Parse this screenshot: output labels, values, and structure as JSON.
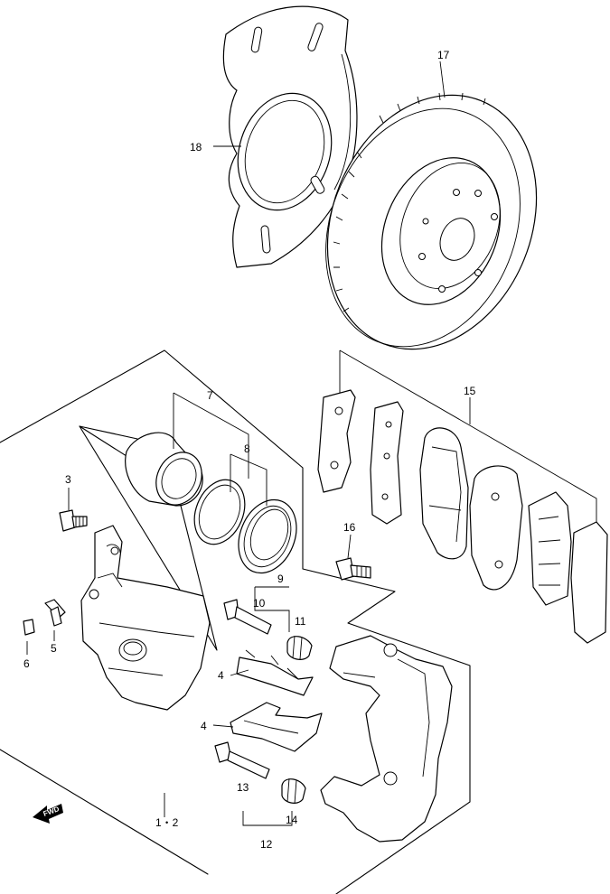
{
  "callouts": {
    "c1_2": "1・2",
    "c3": "3",
    "c4a": "4",
    "c4b": "4",
    "c5": "5",
    "c6": "6",
    "c7": "7",
    "c8": "8",
    "c9": "9",
    "c10": "10",
    "c11": "11",
    "c12": "12",
    "c13": "13",
    "c14": "14",
    "c15": "15",
    "c16": "16",
    "c17": "17",
    "c18": "18"
  },
  "fwd_label": "FWD"
}
